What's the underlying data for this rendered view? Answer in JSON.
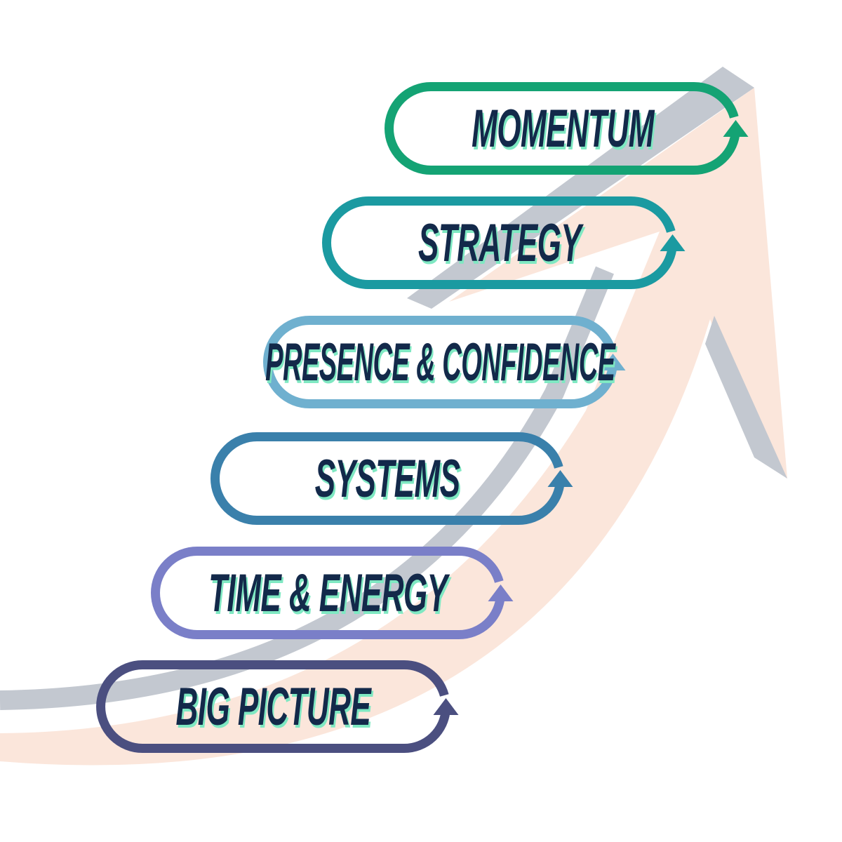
{
  "steps": [
    {
      "label": "MOMENTUM",
      "color": "#14a374"
    },
    {
      "label": "STRATEGY",
      "color": "#1b9aa1"
    },
    {
      "label": "PRESENCE & CONFIDENCE",
      "color": "#6fb0cf"
    },
    {
      "label": "SYSTEMS",
      "color": "#3a80ab"
    },
    {
      "label": "TIME & ENERGY",
      "color": "#7a7fc8"
    },
    {
      "label": "BIG PICTURE",
      "color": "#4b4f80"
    }
  ],
  "colors": {
    "text": "#13294a",
    "shadow": "#7fe8c2",
    "peach": "#fbe3d7",
    "gray": "#c3c8d0"
  }
}
